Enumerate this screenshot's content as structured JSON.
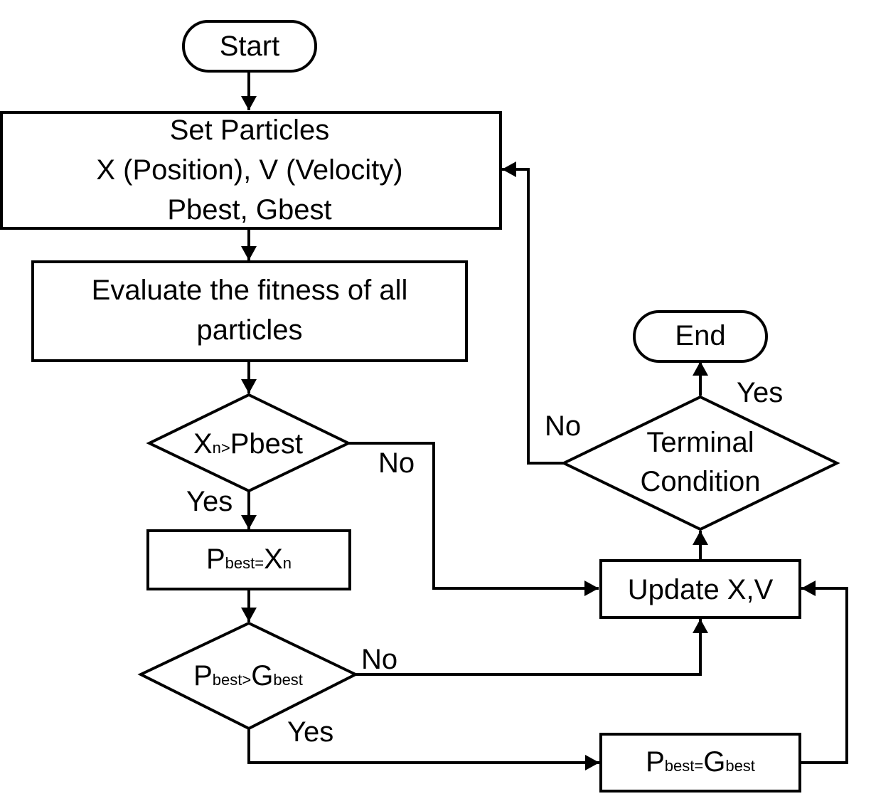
{
  "diagram": {
    "nodes": {
      "start": {
        "label": "Start"
      },
      "set_particles": {
        "lines": [
          "Set Particles",
          "X (Position), V (Velocity)",
          "Pbest, Gbest"
        ]
      },
      "evaluate": {
        "lines": [
          "Evaluate the fitness of all",
          "particles"
        ]
      },
      "decision_xn": {
        "main1": "X",
        "sub1": "n>",
        "main2": "Pbest"
      },
      "pbest_xn": {
        "main1": "P",
        "sub1": "best=",
        "main2": "X",
        "sub2": "n"
      },
      "decision_pbest": {
        "main1": "P",
        "sub1": "best>",
        "main2": "G",
        "sub2": "best"
      },
      "pbest_gbest": {
        "main1": "P",
        "sub1": "best=",
        "main2": "G",
        "sub2": "best"
      },
      "update": {
        "label": "Update X,V"
      },
      "terminal": {
        "lines": [
          "Terminal",
          "Condition"
        ]
      },
      "end": {
        "label": "End"
      }
    },
    "edge_labels": {
      "xn_yes": "Yes",
      "xn_no": "No",
      "pbest_no": "No",
      "pbest_yes": "Yes",
      "terminal_no": "No",
      "terminal_yes": "Yes"
    }
  }
}
